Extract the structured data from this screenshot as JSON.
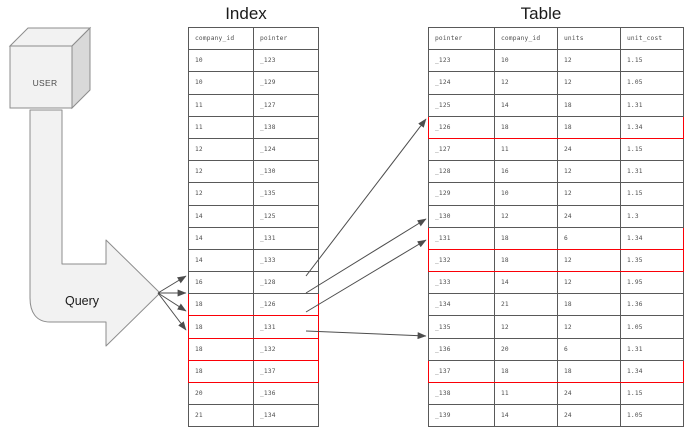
{
  "titles": {
    "index": "Index",
    "table": "Table"
  },
  "actors": {
    "user_label": "USER",
    "query_label": "Query"
  },
  "colors": {
    "highlight": "#fb0007",
    "border": "#595959",
    "text": "#4d4d4d",
    "shape_fill": "#f2f2f2",
    "arrow": "#4d4d4d",
    "background": "#ffffff"
  },
  "index_table": {
    "headers": [
      "company_id",
      "pointer"
    ],
    "rows": [
      {
        "company_id": "10",
        "pointer": "_123",
        "highlight": false
      },
      {
        "company_id": "10",
        "pointer": "_129",
        "highlight": false
      },
      {
        "company_id": "11",
        "pointer": "_127",
        "highlight": false
      },
      {
        "company_id": "11",
        "pointer": "_138",
        "highlight": false
      },
      {
        "company_id": "12",
        "pointer": "_124",
        "highlight": false
      },
      {
        "company_id": "12",
        "pointer": "_130",
        "highlight": false
      },
      {
        "company_id": "12",
        "pointer": "_135",
        "highlight": false
      },
      {
        "company_id": "14",
        "pointer": "_125",
        "highlight": false
      },
      {
        "company_id": "14",
        "pointer": "_131",
        "highlight": false
      },
      {
        "company_id": "14",
        "pointer": "_133",
        "highlight": false
      },
      {
        "company_id": "16",
        "pointer": "_128",
        "highlight": false
      },
      {
        "company_id": "18",
        "pointer": "_126",
        "highlight": true
      },
      {
        "company_id": "18",
        "pointer": "_131",
        "highlight": true
      },
      {
        "company_id": "18",
        "pointer": "_132",
        "highlight": true
      },
      {
        "company_id": "18",
        "pointer": "_137",
        "highlight": true
      },
      {
        "company_id": "20",
        "pointer": "_136",
        "highlight": false
      },
      {
        "company_id": "21",
        "pointer": "_134",
        "highlight": false
      }
    ]
  },
  "main_table": {
    "headers": [
      "pointer",
      "company_id",
      "units",
      "unit_cost"
    ],
    "rows": [
      {
        "pointer": "_123",
        "company_id": "10",
        "units": "12",
        "unit_cost": "1.15",
        "highlight": false
      },
      {
        "pointer": "_124",
        "company_id": "12",
        "units": "12",
        "unit_cost": "1.05",
        "highlight": false
      },
      {
        "pointer": "_125",
        "company_id": "14",
        "units": "18",
        "unit_cost": "1.31",
        "highlight": false
      },
      {
        "pointer": "_126",
        "company_id": "18",
        "units": "18",
        "unit_cost": "1.34",
        "highlight": true
      },
      {
        "pointer": "_127",
        "company_id": "11",
        "units": "24",
        "unit_cost": "1.15",
        "highlight": false
      },
      {
        "pointer": "_128",
        "company_id": "16",
        "units": "12",
        "unit_cost": "1.31",
        "highlight": false
      },
      {
        "pointer": "_129",
        "company_id": "10",
        "units": "12",
        "unit_cost": "1.15",
        "highlight": false
      },
      {
        "pointer": "_130",
        "company_id": "12",
        "units": "24",
        "unit_cost": "1.3",
        "highlight": false
      },
      {
        "pointer": "_131",
        "company_id": "18",
        "units": "6",
        "unit_cost": "1.34",
        "highlight": true
      },
      {
        "pointer": "_132",
        "company_id": "18",
        "units": "12",
        "unit_cost": "1.35",
        "highlight": true
      },
      {
        "pointer": "_133",
        "company_id": "14",
        "units": "12",
        "unit_cost": "1.95",
        "highlight": false
      },
      {
        "pointer": "_134",
        "company_id": "21",
        "units": "18",
        "unit_cost": "1.36",
        "highlight": false
      },
      {
        "pointer": "_135",
        "company_id": "12",
        "units": "12",
        "unit_cost": "1.05",
        "highlight": false
      },
      {
        "pointer": "_136",
        "company_id": "20",
        "units": "6",
        "unit_cost": "1.31",
        "highlight": false
      },
      {
        "pointer": "_137",
        "company_id": "18",
        "units": "18",
        "unit_cost": "1.34",
        "highlight": true
      },
      {
        "pointer": "_138",
        "company_id": "11",
        "units": "24",
        "unit_cost": "1.15",
        "highlight": false
      },
      {
        "pointer": "_139",
        "company_id": "14",
        "units": "24",
        "unit_cost": "1.05",
        "highlight": false
      }
    ]
  }
}
